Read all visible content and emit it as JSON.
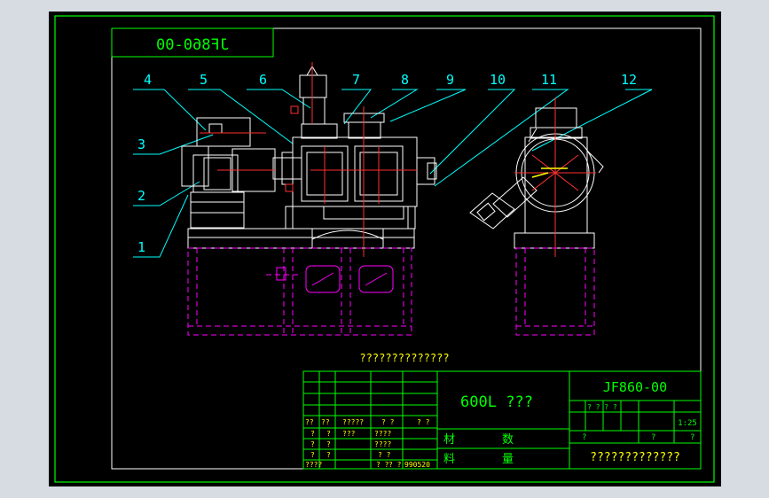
{
  "drawing": {
    "mirrored_code": "JF860-00",
    "callouts": [
      "1",
      "2",
      "3",
      "4",
      "5",
      "6",
      "7",
      "8",
      "9",
      "10",
      "11",
      "12"
    ],
    "caption": "??????????????"
  },
  "title_block": {
    "product_name": "600L ???",
    "drawing_number": "JF860-00",
    "scale_header": "? ? ? ?",
    "scale": "1:25",
    "sheet_labels": [
      "?",
      "?",
      "?"
    ],
    "material_label": [
      "材",
      "料"
    ],
    "quantity_label": [
      "数",
      "量"
    ],
    "company": "?????????????",
    "rev_header": [
      "??",
      "??",
      "?????",
      "? ?",
      "? ?"
    ],
    "rows": [
      [
        "?",
        "?",
        "???",
        "????"
      ],
      [
        "?",
        "?",
        "",
        "????"
      ],
      [
        "?",
        "?",
        "",
        "? ?"
      ],
      [
        "????",
        "? ?",
        "? ?",
        "990520"
      ]
    ]
  },
  "colors": {
    "border_green": "#00ff00",
    "line_white": "#ffffff",
    "callout_cyan": "#00ffff",
    "hidden_magenta": "#ff00ff",
    "centerline_red": "#ff3030",
    "title_yellow": "#ffff00"
  }
}
